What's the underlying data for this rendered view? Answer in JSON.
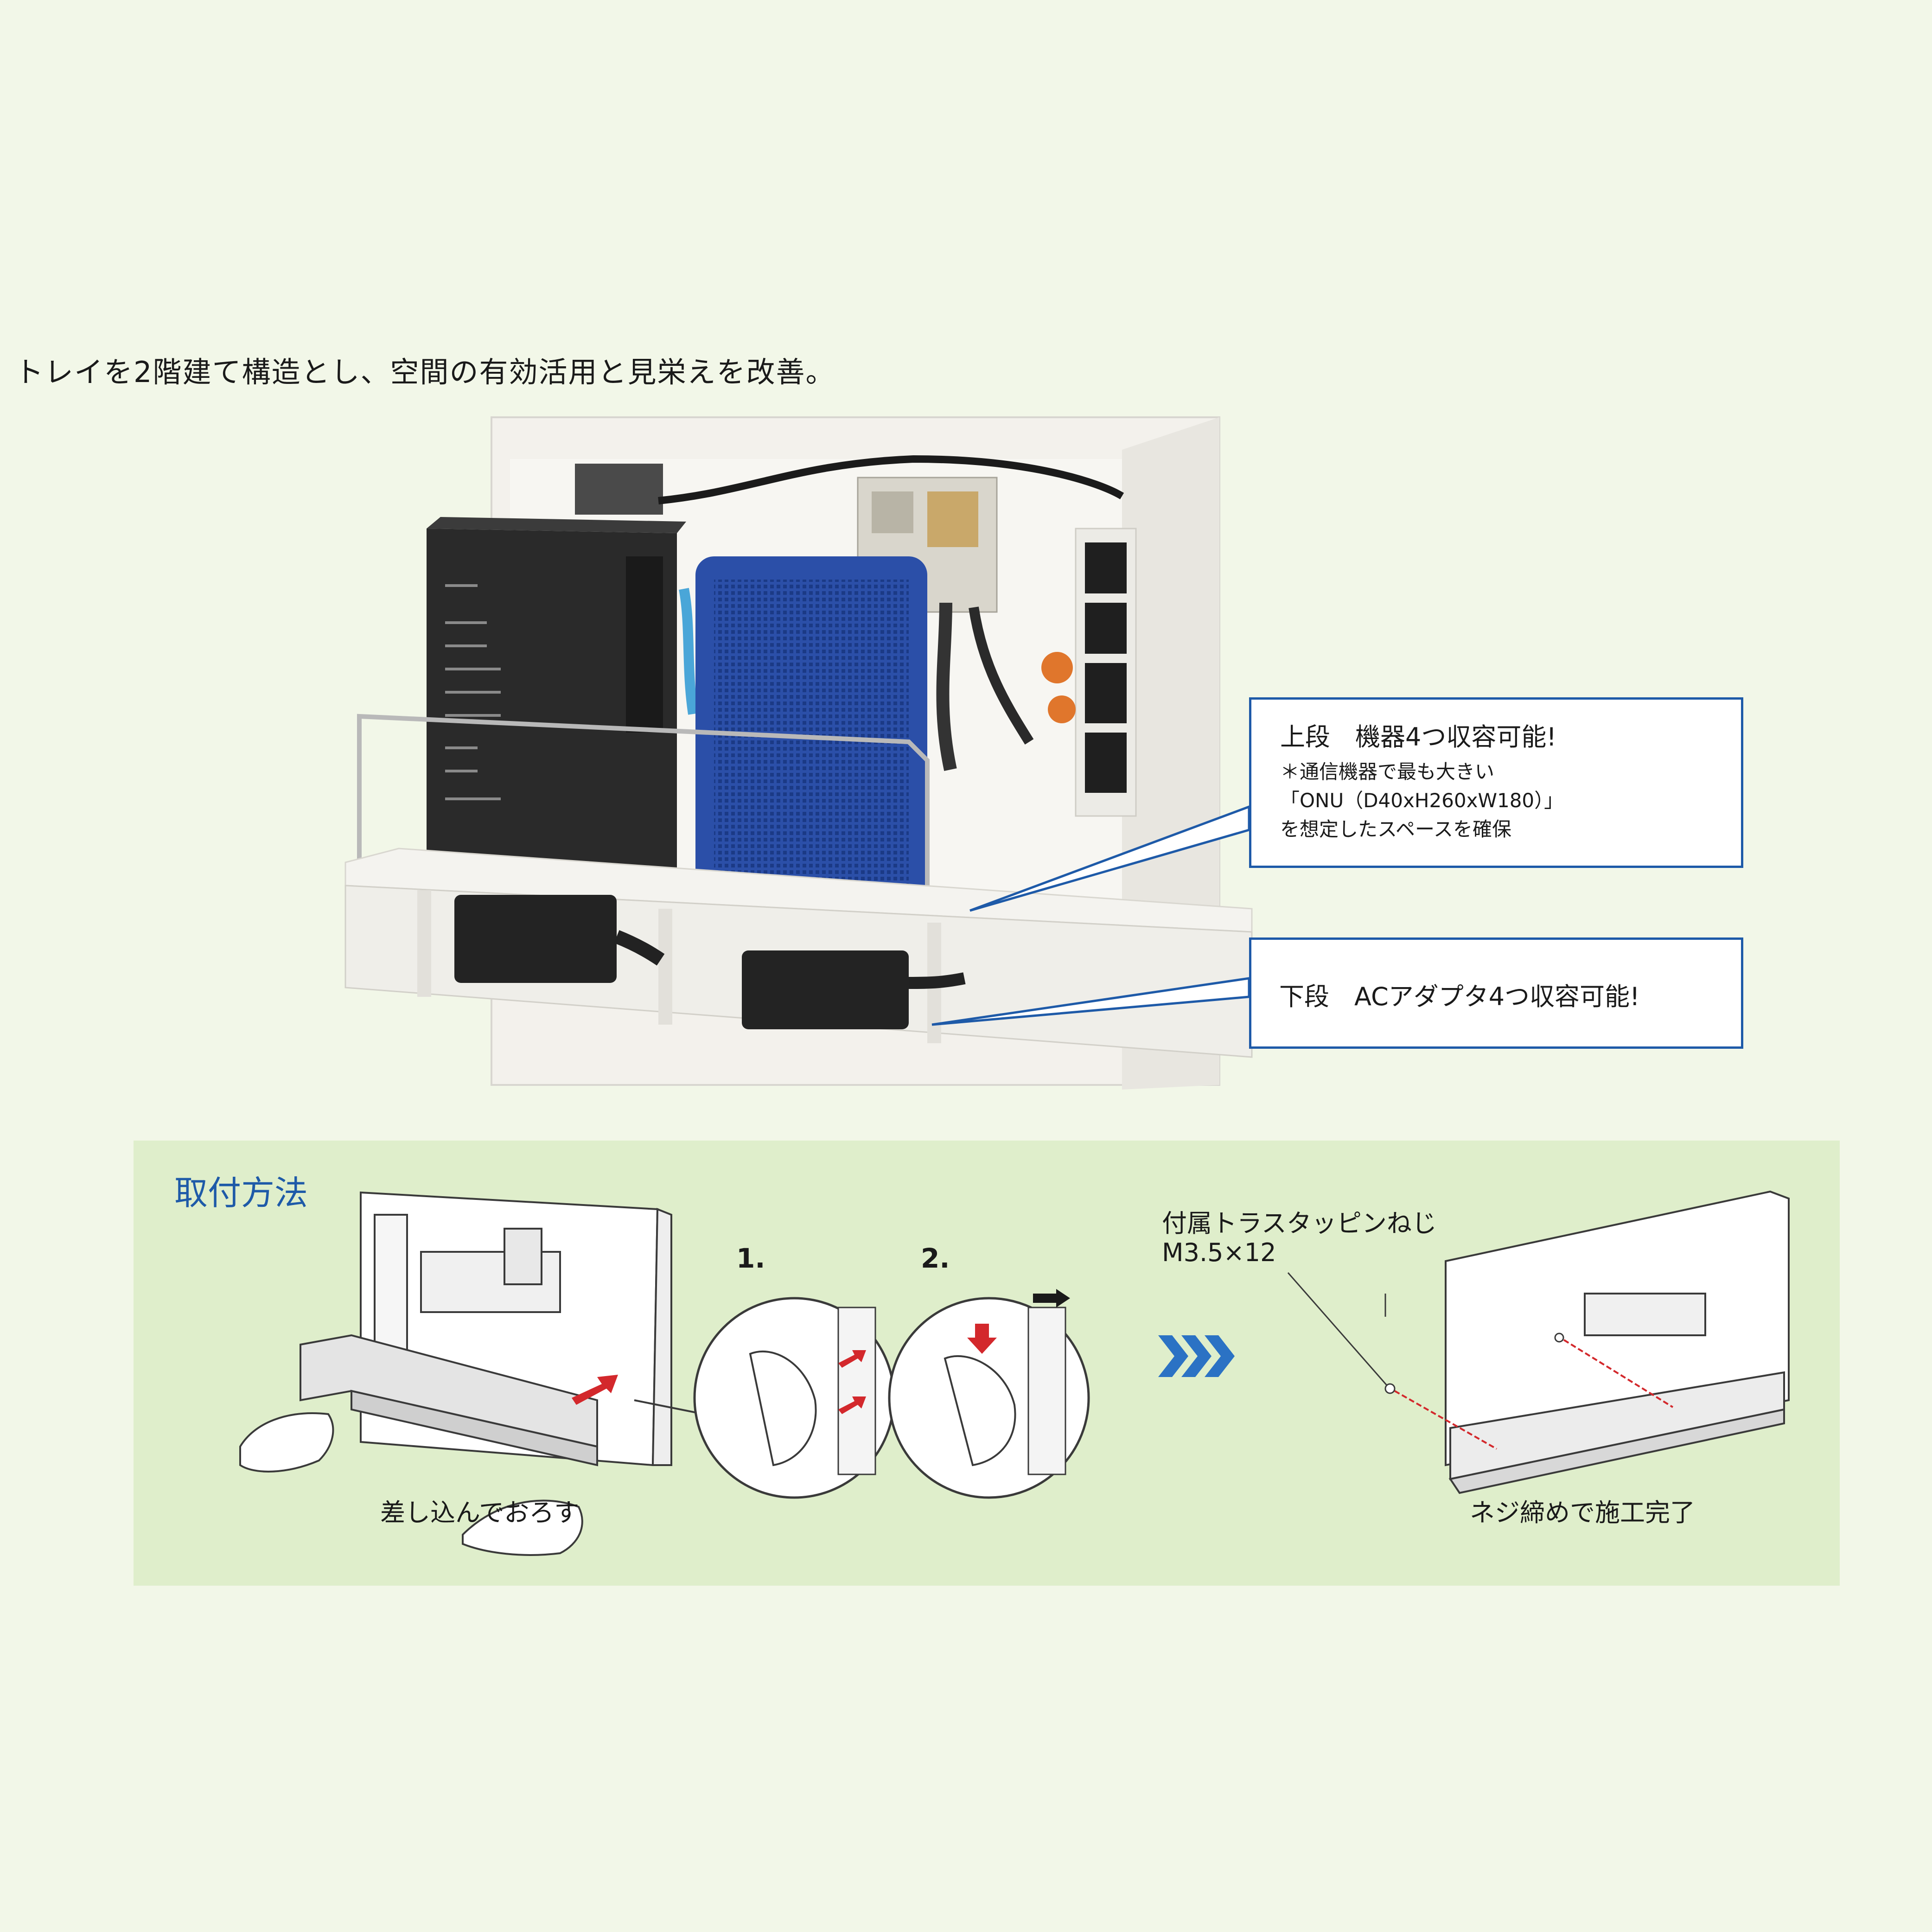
{
  "headline": "トレイを2階建て構造とし、空間の有効活用と見栄えを改善。",
  "callouts": {
    "upper": {
      "title": "上段　機器4つ収容可能!",
      "note_line1": "＊通信機器で最も大きい",
      "note_line2": "「ONU（D40xH260xW180）」",
      "note_line3": "を想定したスペースを確保"
    },
    "lower": {
      "title": "下段　ACアダプタ4つ収容可能!"
    }
  },
  "installation": {
    "title": "取付方法",
    "step1_caption": "差し込んでおろす",
    "step_1": "1.",
    "step_2": "2.",
    "screw_label_line1": "付属トラスタッピンねじ",
    "screw_label_line2": "M3.5×12",
    "final_caption": "ネジ締めで施工完了"
  },
  "colors": {
    "background": "#f2f7e8",
    "panel": "#dfeecb",
    "accent_blue": "#1e5aa8",
    "arrow_red": "#d3282c"
  }
}
